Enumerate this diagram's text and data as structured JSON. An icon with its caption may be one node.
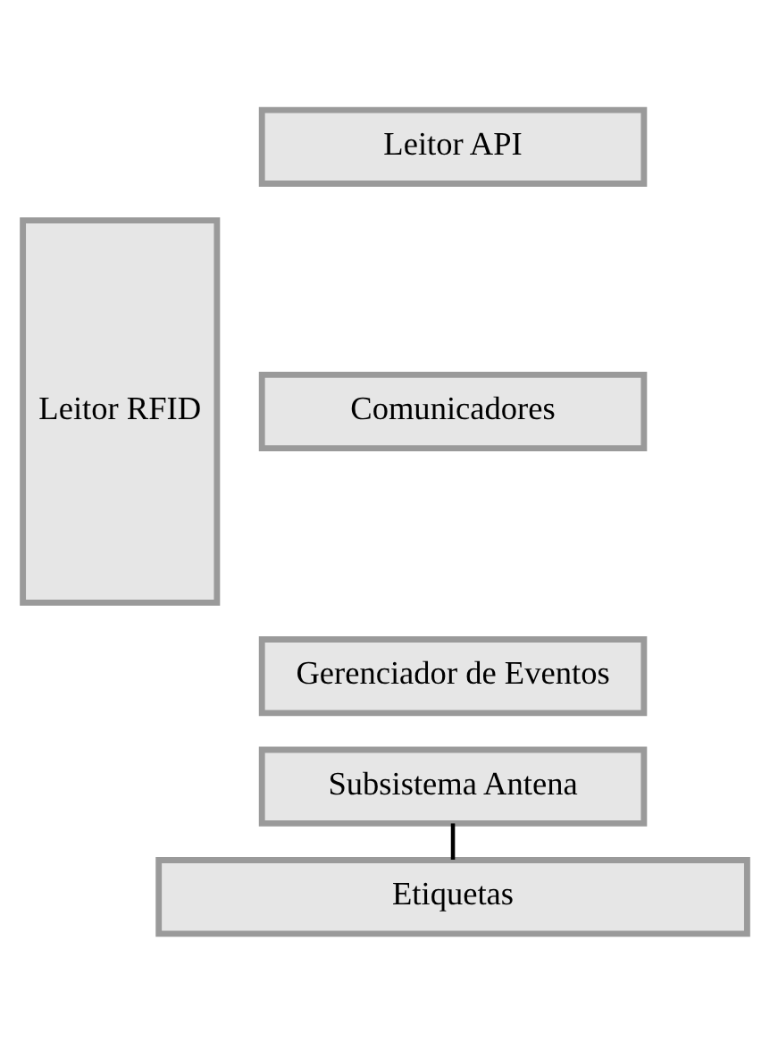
{
  "diagram": {
    "nodes": [
      {
        "text": [
          "Leitor RFID"
        ]
      },
      {
        "text": [
          "Leitor API"
        ]
      },
      {
        "text": [
          "Comunicadores"
        ]
      },
      {
        "text": [
          "Gerenciador de Eventos"
        ]
      },
      {
        "text": [
          "Subsistema Antena"
        ]
      },
      {
        "text": [
          "Etiquetas"
        ]
      }
    ],
    "edges": [
      {
        "from": 4,
        "to": 5,
        "arrow": "none"
      }
    ]
  }
}
